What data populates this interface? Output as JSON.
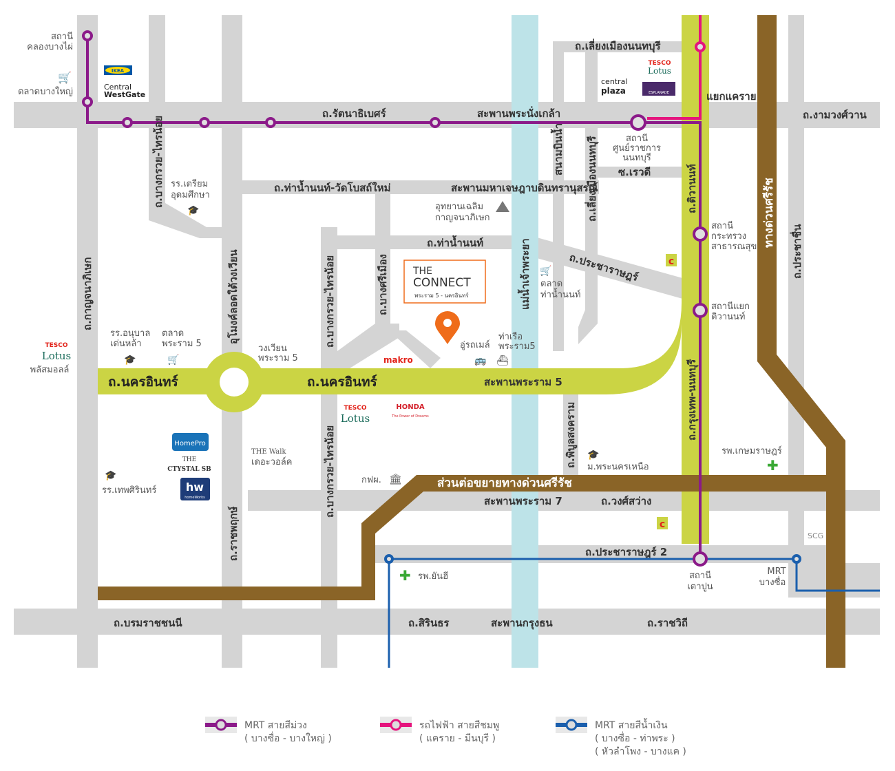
{
  "colors": {
    "road": "#d4d4d4",
    "main_road": "#cbd444",
    "expressway": "#8a6427",
    "river": "#bde3e8",
    "purple_line": "#8b1a89",
    "pink_line": "#e5147d",
    "blue_line": "#1b5fad",
    "pin": "#ef6c1a"
  },
  "roads": {
    "rattanathibet": "ถ.รัตนาธิเบศร์",
    "phra_nang_klao_bridge": "สะพานพระนั่งเกล้า",
    "ngam_wong_wan": "ถ.งามวงศ์วาน",
    "bypass_nonthaburi_top": "ถ.เลี่ยงเมืองนนทบุรี",
    "rewadi": "ซ.เรวดี",
    "tiwanon": "ถ.ติวานนท์",
    "tha_nam_non_wat_bot": "ถ.ท่าน้ำนนท์-วัดโบสถ์ใหม่",
    "maha_chesadabodindranusorn_bridge": "สะพานมหาเจษฎาบดินทรานุสรณ์",
    "tha_nam_non": "ถ.ท่าน้ำนนท์",
    "pracharat": "ถ.ประชาราษฎร์",
    "sanambinnam": "สนามบินน้ำ",
    "bypass_nonthaburi": "ถ.เลี่ยงเมืองนนทบุรี",
    "bang_kruai_sai_noi_1": "ถ.บางกรวย-ไทรน้อย",
    "bang_kruai_sai_noi_2": "ถ.บางกรวย-ไทรน้อย",
    "bang_kruai_sai_noi_3": "ถ.บางกรวย-ไทรน้อย",
    "bang_si_mueang": "ถ.บางศรีเมือง",
    "kanchanaphisek": "ถ.กาญจนาภิเษก",
    "tunnel": "อุโมงค์ลอดใต้วงเวียน",
    "ratchaphruek": "ถ.ราชพฤกษ์",
    "nakhon_in_west": "ถ.นครอินทร์",
    "nakhon_in_east": "ถ.นครอินทร์",
    "rama5_bridge": "สะพานพระราม 5",
    "chao_phraya": "แม่น้ำเจ้าพระยา",
    "krungthep_nonthaburi": "ถ.กรุงเทพ-นนทบุรี",
    "si_rat_expressway": "ทางด่วนศรีรัช",
    "prachachuen": "ถ.ประชาชื่น",
    "phibun_songkhram": "ถ.พิบูลสงคราม",
    "expressway_extension": "ส่วนต่อขยายทางด่วนศรีรัช",
    "rama7_bridge": "สะพานพระราม 7",
    "wong_sawang": "ถ.วงศ์สว่าง",
    "pracharat2": "ถ.ประชาราษฎร์ 2",
    "borommaratchachonnani": "ถ.บรมราชชนนี",
    "sirindhorn": "ถ.สิรินธร",
    "krungthon_bridge": "สะพานกรุงธน",
    "ratchawithi": "ถ.ราชวิถี"
  },
  "places": {
    "khlong_bang_phai": [
      "สถานี",
      "คลองบางไผ่"
    ],
    "talat_bang_yai": "ตลาดบางใหญ่",
    "ikea": "IKEA",
    "central_westgate": [
      "Central",
      "WestGate"
    ],
    "triam_udom": [
      "รร.เตรียม",
      "อุดมศึกษา"
    ],
    "chaloem_park": [
      "อุทยานเฉลิม",
      "กาญจนาภิเษก"
    ],
    "tesco_top": [
      "TESCO",
      "Lotus"
    ],
    "central_plaza": [
      "central",
      "plaza"
    ],
    "esplanade": "ESPLANADE",
    "khae_rai": "แยกแคราย",
    "govt_center_station": [
      "สถานี",
      "ศูนย์ราชการ",
      "นนทบุรี"
    ],
    "public_health_station": [
      "สถานี",
      "กระทรวง",
      "สาธารณสุข"
    ],
    "tiwanon_station": [
      "สถานีแยก",
      "ติวานนท์"
    ],
    "talat_tha_nam_non": [
      "ตลาด",
      "ท่าน้ำนนท์"
    ],
    "the_connect": [
      "THE",
      "CONNECT",
      "พระราม 5 - นครอินทร์"
    ],
    "makro": "makro",
    "garage": "อู่รถเมล์",
    "pier": [
      "ท่าเรือ",
      "พระราม5"
    ],
    "anuban": [
      "รร.อนุบาล",
      "เด่นหล้า"
    ],
    "talat_rama5": [
      "ตลาด",
      "พระราม 5"
    ],
    "roundabout": [
      "วงเวียน",
      "พระราม 5"
    ],
    "tesco_west": [
      "TESCO",
      "Lotus",
      "พลัสมอลล์"
    ],
    "tesco_mid": [
      "TESCO",
      "Lotus"
    ],
    "honda": [
      "HONDA",
      "The Power of Dreams"
    ],
    "homepro": "HomePro",
    "crystal": [
      "THE",
      "CTYSTAL SB"
    ],
    "homeworks": [
      "hw",
      "homeWorks"
    ],
    "the_walk": [
      "THE Walk",
      "เดอะวอล์ค"
    ],
    "thepsirin": "รร.เทพศิรินทร์",
    "egat": "กฟผ.",
    "north_bangkok_univ": "ม.พระนครเหนือ",
    "kasemrad": "รพ.เกษมราษฎร์",
    "scg": "SCG",
    "taopoon_station": [
      "สถานี",
      "เตาปูน"
    ],
    "mrt_bang_sue": [
      "MRT",
      "บางซื่อ"
    ],
    "yanhee": "รพ.ยันฮี"
  },
  "legend": [
    {
      "line": "MRT สายสีม่วง",
      "route": [
        "( บางซื่อ - บางใหญ่ )"
      ],
      "color": "#8b1a89"
    },
    {
      "line": "รถไฟฟ้า สายสีชมพู",
      "route": [
        "( แคราย - มีนบุรี )"
      ],
      "color": "#e5147d"
    },
    {
      "line": "MRT สายสีน้ำเงิน",
      "route": [
        "( บางซื่อ - ท่าพระ )",
        "( หัวลำโพง - บางแค )"
      ],
      "color": "#1b5fad"
    }
  ]
}
